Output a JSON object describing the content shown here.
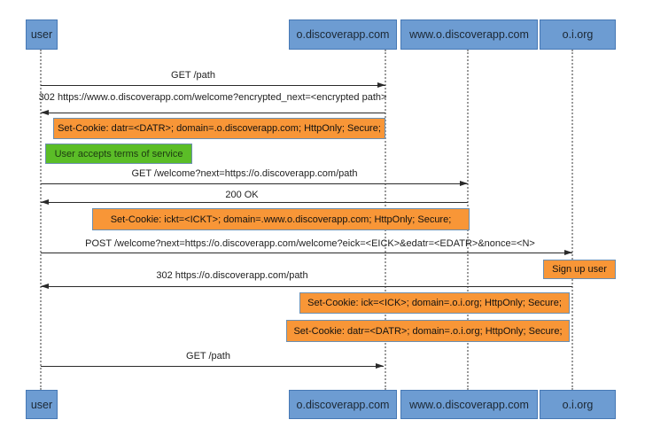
{
  "diagram": {
    "type": "sequence-diagram",
    "actors": [
      {
        "id": "user",
        "label": "user"
      },
      {
        "id": "o-discoverapp",
        "label": "o.discoverapp.com"
      },
      {
        "id": "www-o-discoverapp",
        "label": "www.o.discoverapp.com"
      },
      {
        "id": "o-i-org",
        "label": "o.i.org"
      }
    ],
    "messages": [
      {
        "from": "user",
        "to": "o.discoverapp.com",
        "direction": "right",
        "label": "GET /path"
      },
      {
        "from": "o.discoverapp.com",
        "to": "user",
        "direction": "left",
        "label": "302 https://www.o.discoverapp.com/welcome?encrypted_next=<encrypted path>"
      },
      {
        "from": "user",
        "to": "www.o.discoverapp.com",
        "direction": "right",
        "label": "GET /welcome?next=https://o.discoverapp.com/path"
      },
      {
        "from": "www.o.discoverapp.com",
        "to": "user",
        "direction": "left",
        "label": "200 OK"
      },
      {
        "from": "user",
        "to": "o.i.org",
        "direction": "right",
        "label": "POST /welcome?next=https://o.discoverapp.com/welcome?eick=<EICK>&edatr=<EDATR>&nonce=<N>"
      },
      {
        "from": "o.i.org",
        "to": "user",
        "direction": "left",
        "label": "302 https://o.discoverapp.com/path"
      },
      {
        "from": "user",
        "to": "o.discoverapp.com",
        "direction": "right",
        "label": "GET /path"
      }
    ],
    "notes": [
      {
        "style": "orange",
        "text": "Set-Cookie: datr=<DATR>; domain=.o.discoverapp.com; HttpOnly; Secure;"
      },
      {
        "style": "green",
        "text": "User accepts terms of service"
      },
      {
        "style": "orange",
        "text": "Set-Cookie: ickt=<ICKT>; domain=.www.o.discoverapp.com; HttpOnly; Secure;"
      },
      {
        "style": "orange",
        "text": "Sign up user"
      },
      {
        "style": "orange",
        "text": "Set-Cookie: ick=<ICK>; domain=.o.i.org; HttpOnly; Secure;"
      },
      {
        "style": "orange",
        "text": "Set-Cookie: datr=<DATR>; domain=.o.i.org; HttpOnly; Secure;"
      }
    ],
    "colors": {
      "actor_fill": "#6D9CD2",
      "actor_border": "#4678B5",
      "note_orange": "#F89637",
      "note_green": "#5BBD27",
      "note_border": "#6C8FB0",
      "arrow": "#2A2A2A",
      "lifeline": "#9A9A9A",
      "background": "#FFFFFF"
    }
  }
}
